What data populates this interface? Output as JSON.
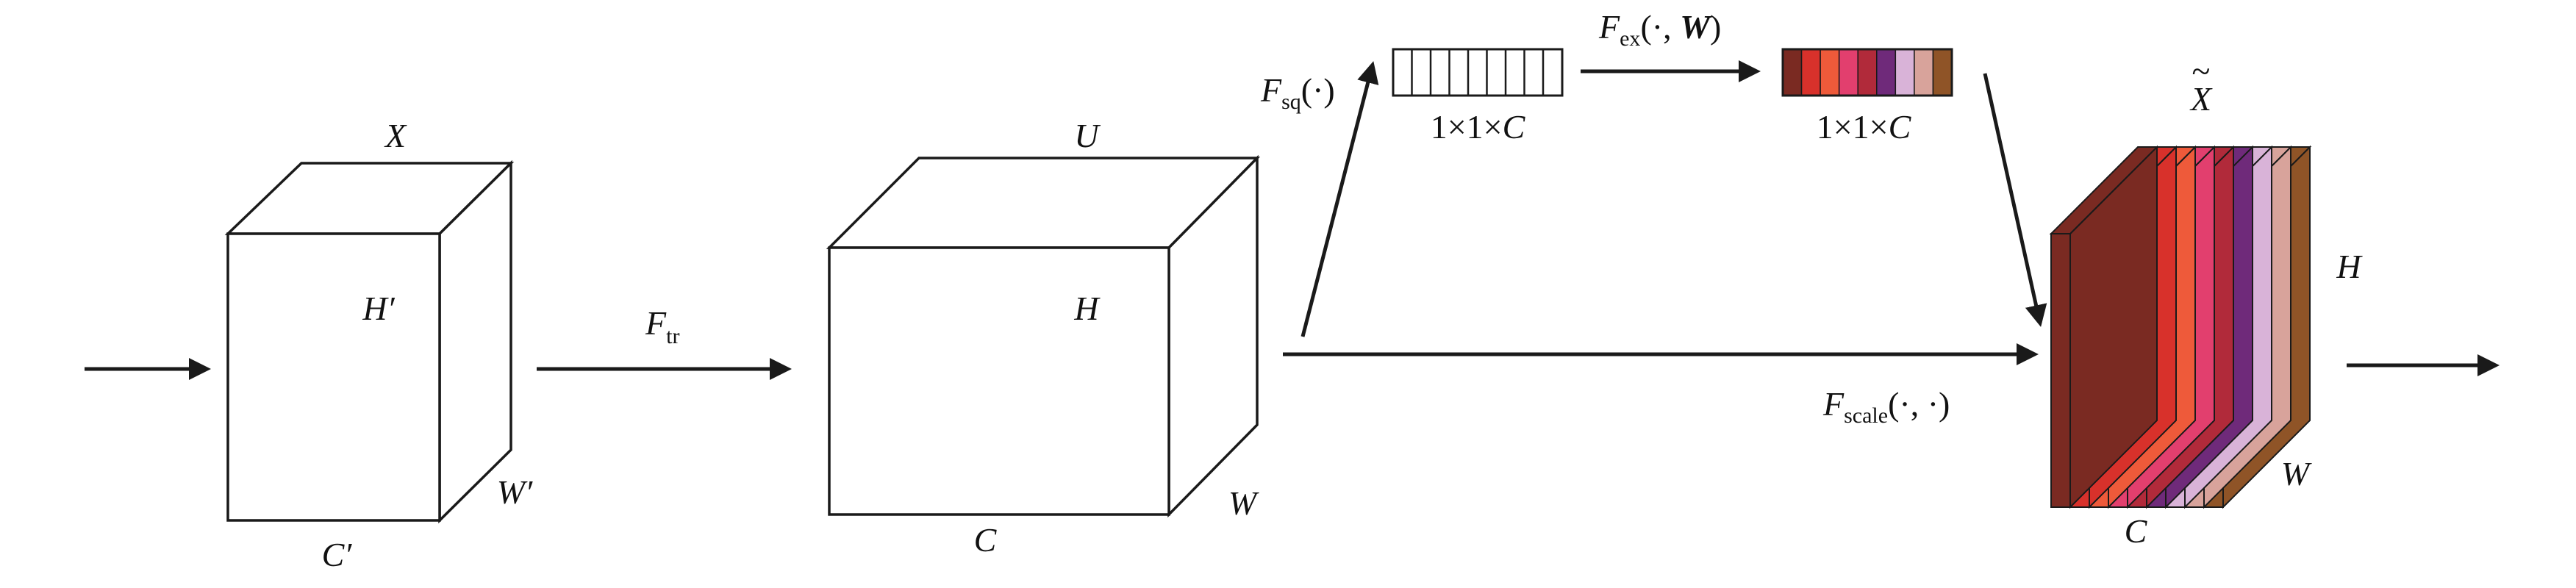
{
  "labels": {
    "x_top": "X",
    "h_prime": "H′",
    "w_prime": "W′",
    "c_prime": "C′",
    "ftr_main": "F",
    "ftr_sub": "tr",
    "u_top": "U",
    "h_mid": "H",
    "w_mid": "W",
    "c_mid": "C",
    "fsq_main": "F",
    "fsq_sub": "sq",
    "fsq_arg": "(·)",
    "fex_main": "F",
    "fex_sub": "ex",
    "fex_arg_open": "(·, ",
    "fex_w": "W",
    "fex_arg_close": ")",
    "vec1_num": "1×1×",
    "vec1_c": "C",
    "vec2_num": "1×1×",
    "vec2_c": "C",
    "fscale_main": "F",
    "fscale_sub": "scale",
    "fscale_arg": "(·, ·)",
    "xtilde": "X",
    "xtilde_accent": "~",
    "h_out": "H",
    "w_out": "W",
    "c_out": "C"
  },
  "channel_colors": [
    "#7a2a22",
    "#d8312b",
    "#ee5a3a",
    "#e23f6e",
    "#b12a3a",
    "#6f2a7a",
    "#d9b3d8",
    "#d8a39b",
    "#8f5427"
  ],
  "output_colors": [
    "#7a2a22",
    "#d8312b",
    "#ee5a3a",
    "#e23f6e",
    "#b12a3a",
    "#6f2a7a",
    "#d9b3d8",
    "#d8a39b",
    "#8f5427"
  ]
}
